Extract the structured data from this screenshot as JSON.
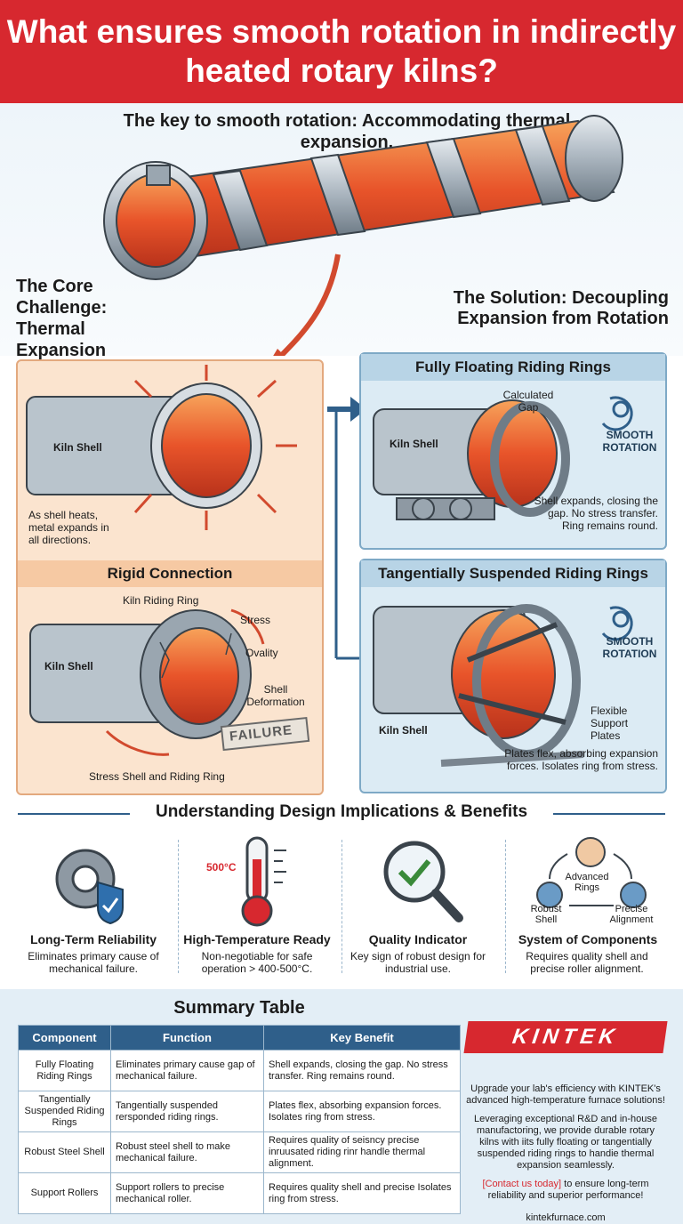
{
  "header": {
    "title": "What ensures smooth rotation in indirectly heated rotary kilns?"
  },
  "top": {
    "key_heading": "The key to smooth rotation: Accommodating thermal expansion.",
    "core_heading": "The Core Challenge: Thermal Expansion",
    "solution_heading": "The Solution: Decoupling Expansion from Rotation"
  },
  "challenge_panel": {
    "kiln_shell": "Kiln Shell",
    "note": "As shell heats, metal expands in all directions."
  },
  "rigid_panel": {
    "title": "Rigid Connection",
    "riding_ring": "Kiln Riding Ring",
    "stress": "Stress",
    "ovality": "Ovality",
    "kiln_shell": "Kiln Shell",
    "deformation": "Shell Deformation",
    "failure": "FAILURE",
    "bottom_label": "Stress Shell and Riding Ring"
  },
  "floating_panel": {
    "title": "Fully Floating Riding Rings",
    "gap": "Calculated Gap",
    "kiln_shell": "Kiln Shell",
    "smooth": "SMOOTH ROTATION",
    "note": "Shell expands, closing the gap. No stress transfer. Ring remains round."
  },
  "tangential_panel": {
    "title": "Tangentially Suspended Riding Rings",
    "smooth": "SMOOTH ROTATION",
    "plates": "Flexible Support Plates",
    "kiln_shell": "Kiln Shell",
    "note": "Plates flex, absorbing expansion forces. Isolates ring from stress."
  },
  "implications": {
    "heading": "Understanding Design Implications & Benefits",
    "items": [
      {
        "icon": "gear-shield-icon",
        "title": "Long-Term Reliability",
        "desc": "Eliminates primary cause of mechanical failure."
      },
      {
        "icon": "thermometer-icon",
        "title": "High-Temperature Ready",
        "desc": "Non-negotiable for safe operation > 400-500°C.",
        "badge": "500°C"
      },
      {
        "icon": "magnifier-check-icon",
        "title": "Quality Indicator",
        "desc": "Key sign of robust design for industrial use."
      },
      {
        "icon": "component-cycle-icon",
        "title": "System of Components",
        "desc": "Requires quality shell and precise roller alignment.",
        "cycle": [
          "Advanced Rings",
          "Precise Alignment",
          "Robust Shell"
        ]
      }
    ]
  },
  "summary": {
    "title": "Summary Table",
    "headers": [
      "Component",
      "Function",
      "Key Benefit"
    ],
    "rows": [
      [
        "Fully Floating Riding Rings",
        "Eliminates primary cause gap of mechanical failure.",
        "Shell expands, closing the gap. No stress transfer. Ring remains round."
      ],
      [
        "Tangentially Suspended Riding Rings",
        "Tangentially suspended rersponded riding rings.",
        "Plates flex, absorbing expansion forces. Isolates ring from stress."
      ],
      [
        "Robust Steel Shell",
        "Robust steel shell to make mechanical failure.",
        "Requires quality of seisncy precise inruusated riding rinr handle thermal alignment."
      ],
      [
        "Support Rollers",
        "Support rollers to precise mechanical roller.",
        "Requires quality shell and precise Isolates ring from stress."
      ]
    ]
  },
  "kintek": {
    "logo": "KINTEK",
    "line1": "Upgrade your lab's efficiency with KINTEK's advanced high-temperature furnace solutions!",
    "line2": "Leveraging exceptional R&D and in-house manufactoring, we provide durable rotary kilns with iits fully floating or tangentially suspended riding rings to handie thermal expansion seamlessly.",
    "contact": "[Contact us today]",
    "line3": " to ensure long-term reliability and superior performance!",
    "url": "kintekfurnace.com"
  }
}
